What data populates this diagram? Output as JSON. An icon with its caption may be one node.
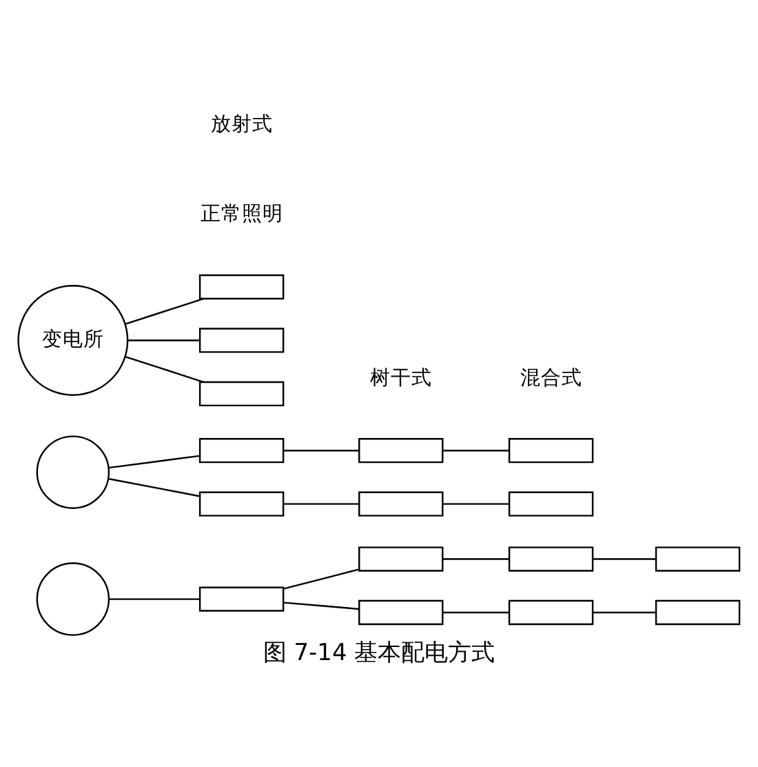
{
  "diagram": {
    "caption": "图 7-14 基本配电方式",
    "nodes": [
      {
        "text": [
          "变电所"
        ]
      },
      {
        "text": [],
        "shape": "box"
      },
      {
        "text": [],
        "shape": "box"
      },
      {
        "text": [],
        "shape": "box"
      },
      {
        "text": [],
        "shape": "circle"
      },
      {
        "text": [],
        "shape": "box"
      },
      {
        "text": [],
        "shape": "box"
      },
      {
        "text": [],
        "shape": "box"
      },
      {
        "text": [],
        "shape": "box"
      },
      {
        "text": [],
        "shape": "box"
      },
      {
        "text": [],
        "shape": "box"
      },
      {
        "text": [],
        "shape": "circle"
      },
      {
        "text": [],
        "shape": "box"
      },
      {
        "text": [],
        "shape": "box"
      },
      {
        "text": [],
        "shape": "box"
      },
      {
        "text": [],
        "shape": "box"
      },
      {
        "text": [],
        "shape": "box"
      },
      {
        "text": [],
        "shape": "box"
      },
      {
        "text": [],
        "shape": "box"
      }
    ],
    "edges": [
      {
        "from": 0,
        "to": 1,
        "arrow": "none"
      },
      {
        "from": 0,
        "to": 2,
        "arrow": "none"
      },
      {
        "from": 0,
        "to": 3,
        "arrow": "none"
      },
      {
        "from": 4,
        "to": 5,
        "arrow": "none"
      },
      {
        "from": 5,
        "to": 6,
        "arrow": "none"
      },
      {
        "from": 6,
        "to": 7,
        "arrow": "none"
      },
      {
        "from": 4,
        "to": 8,
        "arrow": "none"
      },
      {
        "from": 8,
        "to": 9,
        "arrow": "none"
      },
      {
        "from": 9,
        "to": 10,
        "arrow": "none"
      },
      {
        "from": 11,
        "to": 12,
        "arrow": "none"
      },
      {
        "from": 12,
        "to": 13,
        "arrow": "none"
      },
      {
        "from": 13,
        "to": 14,
        "arrow": "none"
      },
      {
        "from": 14,
        "to": 15,
        "arrow": "none"
      },
      {
        "from": 12,
        "to": 16,
        "arrow": "none"
      },
      {
        "from": 16,
        "to": 17,
        "arrow": "none"
      },
      {
        "from": 17,
        "to": 18,
        "arrow": "none"
      }
    ],
    "labels": [
      "正常照明",
      "放射式",
      "树干式",
      "混合式"
    ]
  }
}
